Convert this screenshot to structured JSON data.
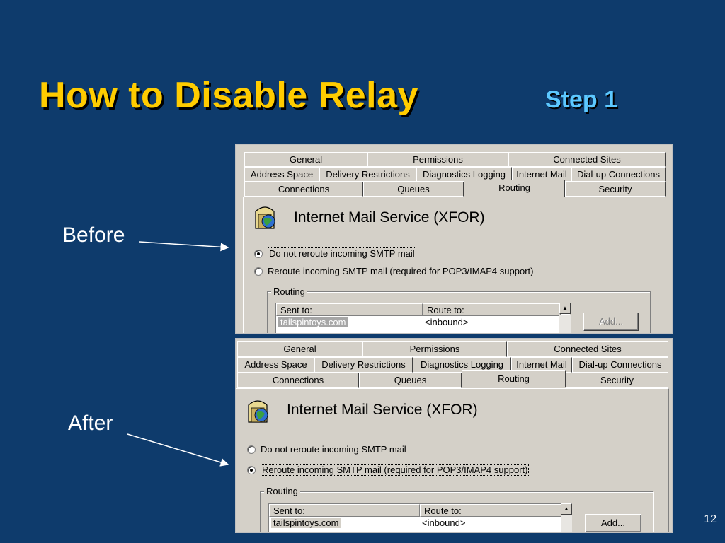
{
  "slide": {
    "title": "How to Disable Relay",
    "step": "Step 1",
    "before_label": "Before",
    "after_label": "After",
    "page_number": "12"
  },
  "tabs": {
    "row1": [
      "General",
      "Permissions",
      "Connected Sites"
    ],
    "row2": [
      "Address Space",
      "Delivery Restrictions",
      "Diagnostics Logging",
      "Internet Mail",
      "Dial-up Connections"
    ],
    "row3": [
      "Connections",
      "Queues",
      "Routing",
      "Security"
    ],
    "active": "Routing"
  },
  "before": {
    "service_title": "Internet Mail Service (XFOR)",
    "option_no_reroute": "Do not reroute incoming SMTP mail",
    "option_reroute": "Reroute incoming SMTP mail (required for POP3/IMAP4 support)",
    "selected_option": "Do not reroute incoming SMTP mail",
    "routing_group_label": "Routing",
    "col_sent_to": "Sent to:",
    "col_route_to": "Route to:",
    "row_sent_to": "tailspintoys.com",
    "row_route_to": "<inbound>",
    "add_button": "Add..."
  },
  "after": {
    "service_title": "Internet Mail Service (XFOR)",
    "option_no_reroute": "Do not reroute incoming SMTP mail",
    "option_reroute": "Reroute incoming SMTP mail (required for POP3/IMAP4 support)",
    "selected_option": "Reroute incoming SMTP mail (required for POP3/IMAP4 support)",
    "routing_group_label": "Routing",
    "col_sent_to": "Sent to:",
    "col_route_to": "Route to:",
    "row_sent_to": "tailspintoys.com",
    "row_route_to": "<inbound>",
    "add_button": "Add..."
  }
}
